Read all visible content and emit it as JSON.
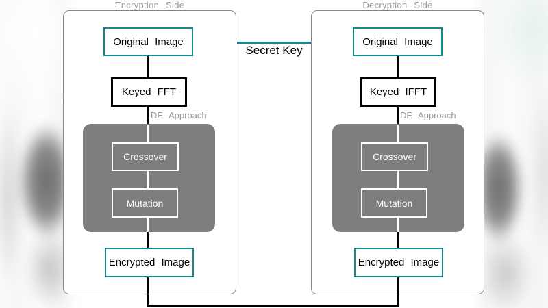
{
  "colors": {
    "teal": "#0f8b8e",
    "box-gray": "#7e7e7e",
    "label-gray": "#9a9a9a",
    "panel-border": "#868686",
    "line-black": "#000000"
  },
  "secret_key": {
    "label": "Secret Key"
  },
  "encryption_side": {
    "title": "Encryption Side",
    "original_image": "Original Image",
    "transform": "Keyed FFT",
    "de_label": "DE Approach",
    "crossover": "Crossover",
    "mutation": "Mutation",
    "encrypted_image": "Encrypted Image"
  },
  "decryption_side": {
    "title": "Decryption Side",
    "original_image": "Original Image",
    "transform": "Keyed IFFT",
    "de_label": "DE Approach",
    "crossover": "Crossover",
    "mutation": "Mutation",
    "encrypted_image": "Encrypted Image"
  }
}
